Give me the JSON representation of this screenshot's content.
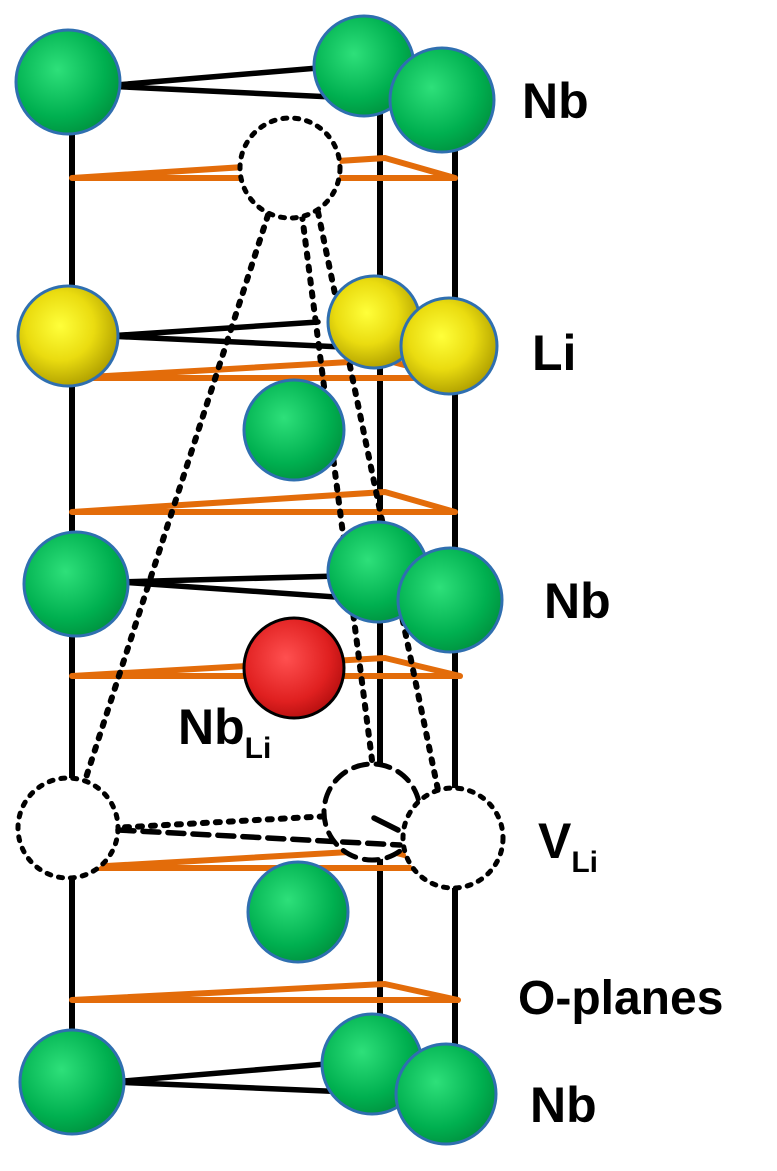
{
  "labels": {
    "nb_top": "Nb",
    "li": "Li",
    "nb_mid": "Nb",
    "nbli_main": "Nb",
    "nbli_sub": "Li",
    "vli_main": "V",
    "vli_sub": "Li",
    "o_planes": "O-planes",
    "nb_bottom": "Nb"
  },
  "colors": {
    "nb_atom": "#00b050",
    "li_atom": "#e6d200",
    "antisite_atom": "#e02020",
    "o_plane": "#e36c0a",
    "bond": "#000000",
    "atom_outline": "#2f6fb0"
  }
}
